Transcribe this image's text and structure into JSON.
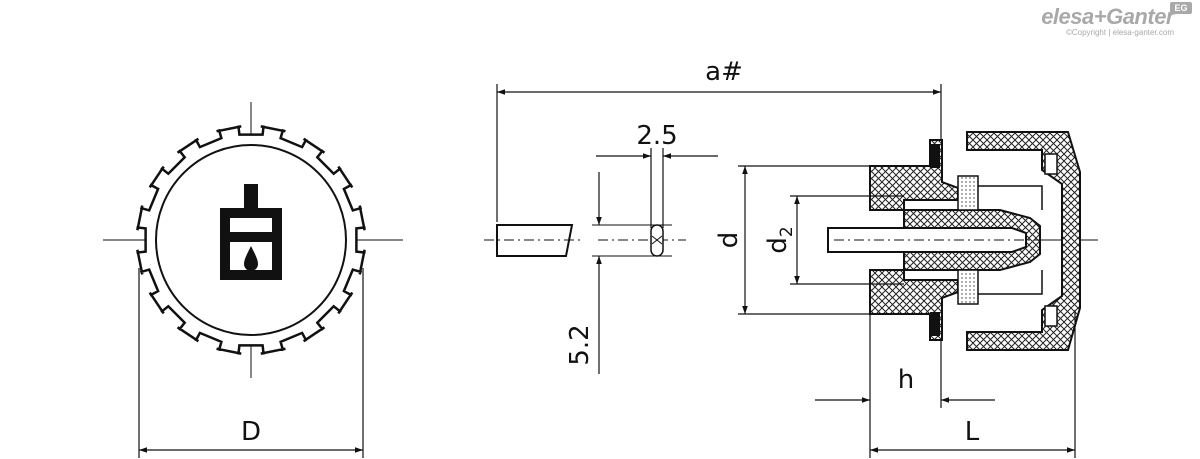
{
  "brand": {
    "logo_text": "elesa+Ganter",
    "badge": "EG",
    "copyright": "©Copyright | elesa-ganter.com"
  },
  "dimensions": {
    "a": "a#",
    "slot_width": "2.5",
    "shaft_height": "5.2",
    "bore_d": "d",
    "bore_d2": "d",
    "bore_d2_sub": "2",
    "diameter_D": "D",
    "length_L": "L",
    "height_h": "h"
  },
  "icon": "oil-pump-symbol"
}
